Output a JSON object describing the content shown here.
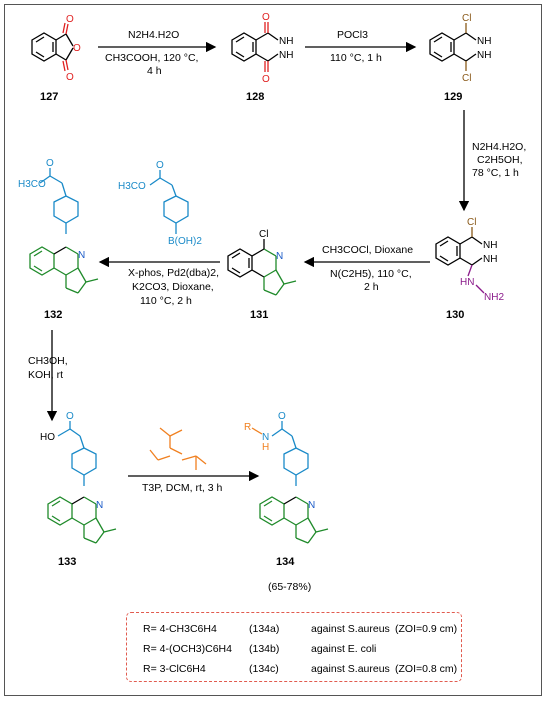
{
  "compounds": {
    "c127": "127",
    "c128": "128",
    "c129": "129",
    "c130": "130",
    "c131": "131",
    "c132": "132",
    "c133": "133",
    "c134": "134"
  },
  "conditions": {
    "step1": {
      "line1": "N2H4.H2O",
      "line2": "CH3COOH, 120 °C,",
      "line3": "4 h"
    },
    "step2": {
      "line1": "POCl3",
      "line2": "110 °C, 1 h"
    },
    "step3": {
      "line1": "N2H4.H2O,",
      "line2": "C2H5OH,",
      "line3": "78 °C, 1 h"
    },
    "step4": {
      "line1": "CH3COCl, Dioxane",
      "line2": "N(C2H5), 110 °C,",
      "line3": "2 h"
    },
    "step5": {
      "line1": "X-phos, Pd2(dba)2,",
      "line2": "K2CO3, Dioxane,",
      "line3": "110 °C, 2 h"
    },
    "step6": {
      "line1": "CH3OH,",
      "line2": "KOH, rt"
    },
    "step7": {
      "line1": "T3P, DCM, rt, 3 h"
    }
  },
  "atoms": {
    "O": "O",
    "NH": "NH",
    "Cl": "Cl",
    "N": "N",
    "HN": "HN",
    "NH2": "NH2",
    "H3CO": "H3CO",
    "HO": "HO",
    "H": "H",
    "R": "R",
    "B_OH2": "B(OH)2"
  },
  "yield": "(65-78%)",
  "legend": [
    {
      "sub": "R= 4-CH3C6H4",
      "code": "(134a)",
      "against": "against S.aureus",
      "zoi": "(ZOI=0.9 cm)"
    },
    {
      "sub": "R= 4-(OCH3)C6H4",
      "code": "(134b)",
      "against": "against E. coli",
      "zoi": ""
    },
    {
      "sub": "R= 3-ClC6H4",
      "code": "(134c)",
      "against": "against S.aureus",
      "zoi": "(ZOI=0.8 cm)"
    }
  ],
  "colors": {
    "purple": "#8a1a8a",
    "brown": "#8a5a1a",
    "blue": "#1a8ac8",
    "green": "#1f8a2a",
    "magenta": "#e020c0",
    "orange": "#f08020",
    "red": "#e15b4f",
    "text": "#000000"
  }
}
